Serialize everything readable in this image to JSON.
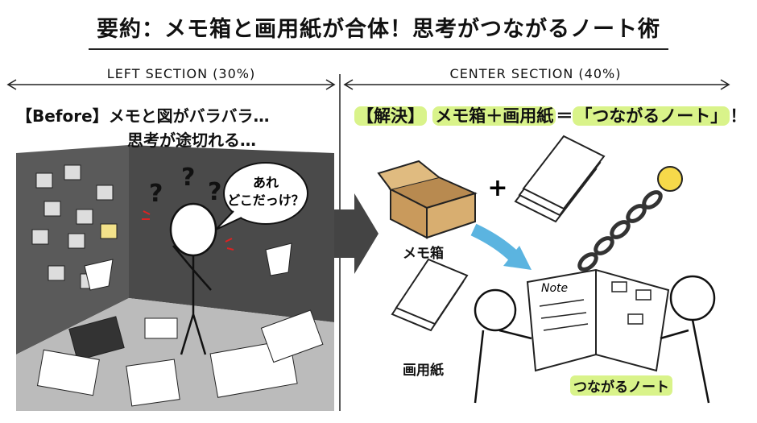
{
  "title": "要約：メモ箱と画用紙が合体！思考がつながるノート術",
  "left_section": {
    "label": "LEFT SECTION (30%)",
    "heading_tag": "【Before】",
    "heading_line1": "メモと図がバラバラ…",
    "heading_line2": "思考が途切れる…",
    "speech_line1": "あれ",
    "speech_line2": "どこだっけ？"
  },
  "center_section": {
    "label": "CENTER SECTION (40%)",
    "heading_tag": "【解決】",
    "heading_formula": "メモ箱＋画用紙",
    "heading_equals": "＝",
    "heading_result": "「つながるノート」",
    "heading_excl": "！",
    "plus": "+",
    "memo_box_label": "メモ箱",
    "paper_label": "画用紙",
    "note_text": "Note",
    "notebook_label": "つながるノート"
  },
  "colors": {
    "highlight": "#d9f38a",
    "arrow_blue": "#5bb4e0",
    "bulb": "#f6d94a",
    "wall": "#555555"
  }
}
